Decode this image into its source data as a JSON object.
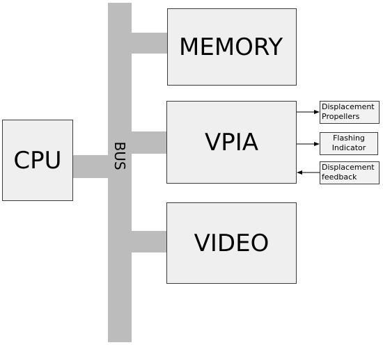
{
  "blocks": {
    "memory": "MEMORY",
    "vpia": "VPIA",
    "video": "VIDEO",
    "cpu": "CPU"
  },
  "bus_label": "BUS",
  "io": {
    "propellers": {
      "line1": "Displacement",
      "line2": "Propellers",
      "direction": "out"
    },
    "indicator": {
      "line1": "Flashing",
      "line2": "Indicator",
      "direction": "out"
    },
    "feedback": {
      "line1": "Displacement",
      "line2": "feedback",
      "direction": "in"
    }
  },
  "colors": {
    "bus": "#bcbcbc",
    "block_fill": "#efefef",
    "outline": "#3a3a3a"
  }
}
